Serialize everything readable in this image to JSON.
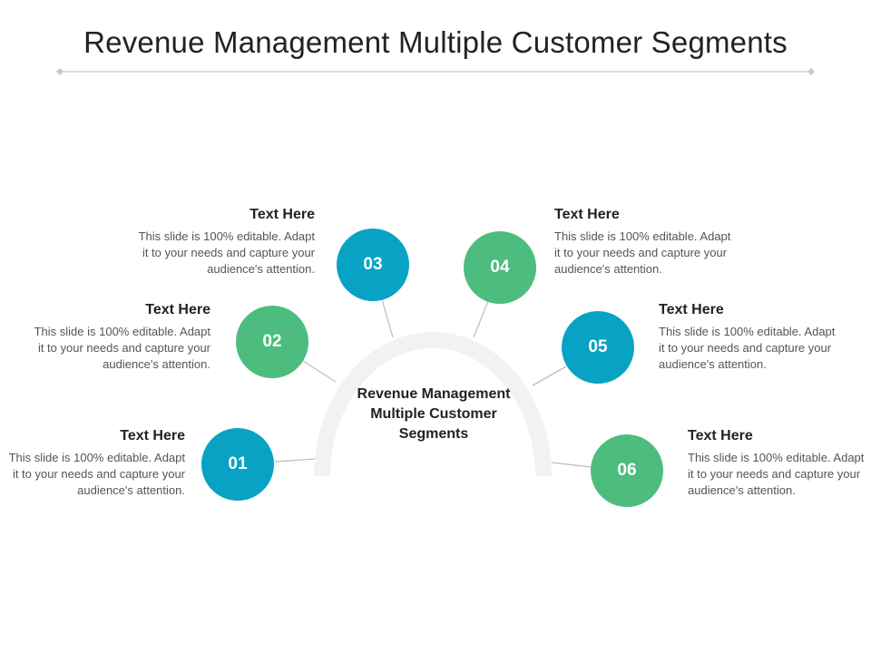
{
  "title": "Revenue Management Multiple Customer Segments",
  "center_label": "Revenue Management Multiple Customer Segments",
  "colors": {
    "blue": "#08A3C4",
    "green": "#4CBD7E",
    "arc": "#F2F2F2",
    "connector": "#BFBFBF",
    "rule": "#C8C8C8"
  },
  "segments": [
    {
      "number": "01",
      "color": "blue",
      "heading": "Text Here",
      "body": "This slide is 100% editable. Adapt it to your needs and capture your audience's attention."
    },
    {
      "number": "02",
      "color": "green",
      "heading": "Text Here",
      "body": "This slide is 100% editable. Adapt it to your needs and capture your audience's attention."
    },
    {
      "number": "03",
      "color": "blue",
      "heading": "Text Here",
      "body": "This slide is 100% editable. Adapt it to your needs and capture your audience's attention."
    },
    {
      "number": "04",
      "color": "green",
      "heading": "Text Here",
      "body": "This slide is 100% editable. Adapt it to your needs and capture your audience's attention."
    },
    {
      "number": "05",
      "color": "blue",
      "heading": "Text Here",
      "body": "This slide is 100% editable. Adapt it to your needs and capture your audience's attention."
    },
    {
      "number": "06",
      "color": "green",
      "heading": "Text Here",
      "body": "This slide is 100% editable. Adapt it to your needs and capture your audience's attention."
    }
  ]
}
